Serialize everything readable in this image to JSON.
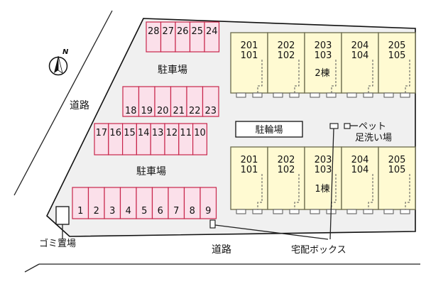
{
  "north_label": "N",
  "road_labels": [
    "道路",
    "道路"
  ],
  "parking_labels": [
    "駐車場",
    "駐車場"
  ],
  "bike_parking_label": "駐輪場",
  "garbage_label": "ゴミ置場",
  "delivery_box_label": "宅配ボックス",
  "pet_wash_label": [
    "ペット",
    "足洗い場"
  ],
  "building_2": {
    "label": "2棟",
    "units": [
      {
        "top": "201",
        "bottom": "101"
      },
      {
        "top": "202",
        "bottom": "102"
      },
      {
        "top": "203",
        "bottom": "103"
      },
      {
        "top": "204",
        "bottom": "104"
      },
      {
        "top": "205",
        "bottom": "105"
      }
    ]
  },
  "building_1": {
    "label": "1棟",
    "units": [
      {
        "top": "201",
        "bottom": "101"
      },
      {
        "top": "202",
        "bottom": "102"
      },
      {
        "top": "203",
        "bottom": "103"
      },
      {
        "top": "204",
        "bottom": "104"
      },
      {
        "top": "205",
        "bottom": "105"
      }
    ]
  },
  "parking_rows": {
    "row_top": [
      "28",
      "27",
      "26",
      "25",
      "24"
    ],
    "row_upper_middle": [
      "18",
      "19",
      "20",
      "21",
      "22",
      "23"
    ],
    "row_lower_middle": [
      "17",
      "16",
      "15",
      "14",
      "13",
      "12",
      "11",
      "10"
    ],
    "row_bottom": [
      "1",
      "2",
      "3",
      "4",
      "5",
      "6",
      "7",
      "8",
      "9"
    ]
  },
  "colors": {
    "site": "#f0f0f0",
    "parking_fill": "#fbe0ea",
    "parking_stroke": "#c8254b",
    "building_fill": "#fffad2"
  }
}
